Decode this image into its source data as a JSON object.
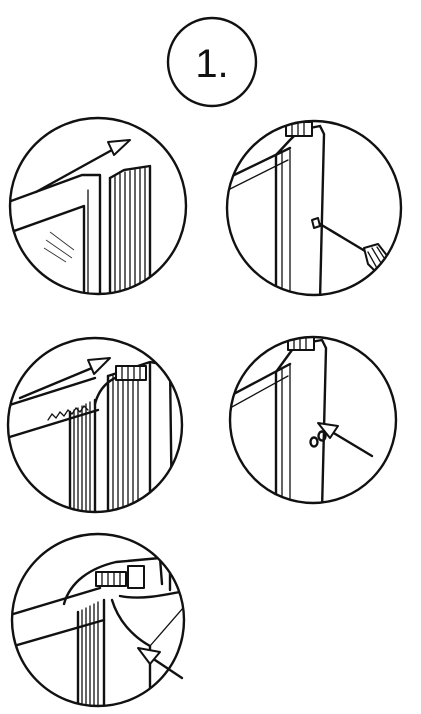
{
  "step": {
    "label": "1."
  },
  "panels": [
    {
      "id": "slide-seal-onto-glass"
    },
    {
      "id": "screw-bracket"
    },
    {
      "id": "slide-seal-into-profile"
    },
    {
      "id": "fit-screw-caps"
    },
    {
      "id": "snap-cover"
    }
  ]
}
